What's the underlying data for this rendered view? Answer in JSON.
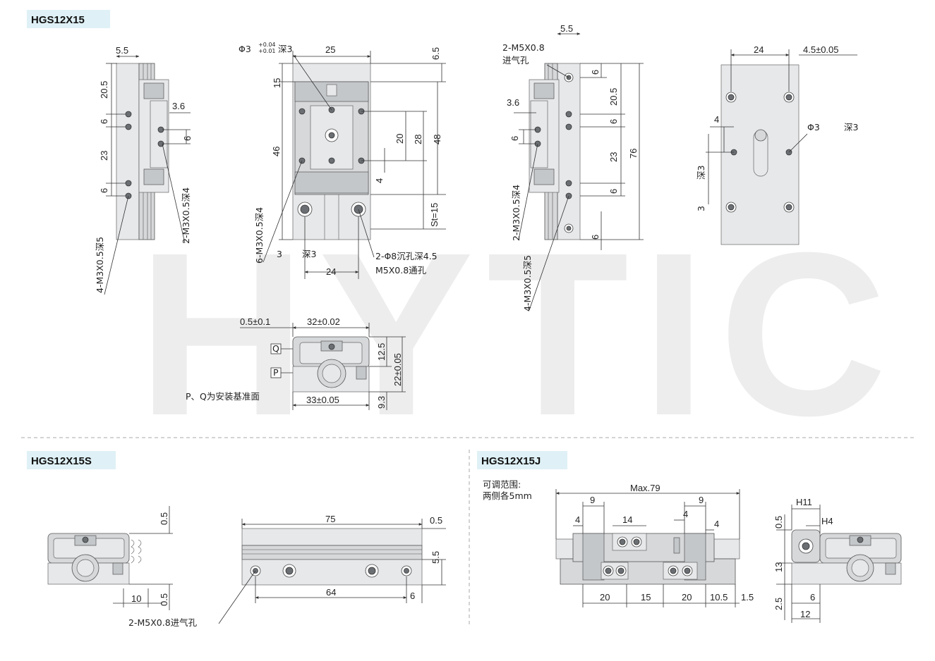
{
  "watermark": "HYTIC",
  "sections": {
    "top": "HGS12X15",
    "bottom_left": "HGS12X15S",
    "bottom_right": "HGS12X15J"
  },
  "colors": {
    "tag_bg": "#dff1f6",
    "part_fill": "#d6d8da",
    "watermark": "#ededed"
  },
  "side_view_left": {
    "dims": [
      "5.5",
      "20.5",
      "6",
      "23",
      "6",
      "3.6",
      "6"
    ],
    "notes": [
      "4-M3X0.5深5",
      "2-M3X0.5深4"
    ]
  },
  "front_view": {
    "top_note": "Φ3",
    "tol_upper": "+0.04",
    "tol_lower": "+0.01",
    "depth": "深3",
    "dims": [
      "25",
      "6.5",
      "15",
      "46",
      "20",
      "28",
      "48",
      "4",
      "St=15",
      "24"
    ],
    "notes": [
      "6-M3X0.5深4",
      "3",
      "深3",
      "2-Φ8沉孔深4.5",
      "M5X0.8通孔"
    ]
  },
  "side_view_right": {
    "dims": [
      "5.5",
      "3.6",
      "6",
      "20.5",
      "6",
      "23",
      "6",
      "6",
      "76"
    ],
    "notes": [
      "2-M5X0.8",
      "进气孔",
      "2-M3X0.5深4",
      "4-M3X0.5深5"
    ]
  },
  "back_view": {
    "dims": [
      "24",
      "4.5±0.05",
      "4"
    ],
    "notes": [
      "Φ3",
      "深3",
      "3",
      "深3"
    ]
  },
  "end_view": {
    "dims": [
      "0.5±0.1",
      "32±0.02",
      "12.5",
      "22±0.05",
      "9.3",
      "33±0.05"
    ],
    "datums": [
      "Q",
      "P"
    ],
    "note": "P、Q为安装基准面"
  },
  "hgs12x15s": {
    "dims": [
      "0.5",
      "0.5",
      "10",
      "75",
      "0.5",
      "5.5",
      "64",
      "6"
    ],
    "note": "2-M5X0.8进气孔"
  },
  "hgs12x15j": {
    "note_line1": "可调范围:",
    "note_line2": "两侧各5mm",
    "dims": [
      "Max.79",
      "9",
      "9",
      "4",
      "14",
      "4",
      "4",
      "20",
      "15",
      "20",
      "10.5",
      "1.5",
      "H11",
      "H4",
      "0.5",
      "13",
      "2.5",
      "6",
      "12"
    ]
  }
}
